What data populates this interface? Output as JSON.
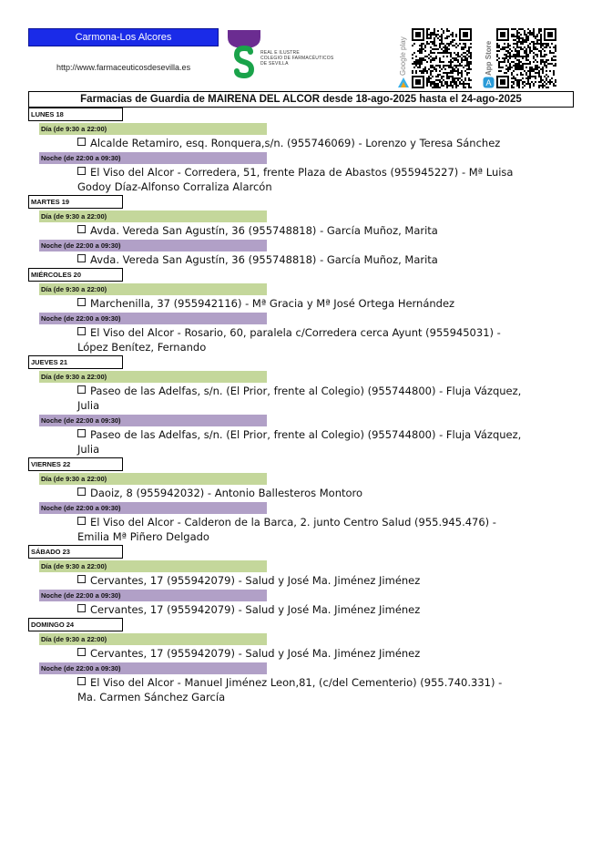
{
  "header": {
    "region": "Carmona-Los Alcores",
    "url": "http://www.farmaceuticosdesevilla.es",
    "logo_text": [
      "REAL E ILUSTRE",
      "COLEGIO DE FARMACÉUTICOS",
      "DE SEVILLA"
    ],
    "google_play": "Google play",
    "app_store": "App Store",
    "colors": {
      "region_bg": "#1a2be8",
      "logo_purple": "#6b2c91",
      "logo_green": "#1aa34a"
    }
  },
  "title": "Farmacias de Guardia de MAIRENA DEL ALCOR desde 18-ago-2025 hasta el 24-ago-2025",
  "days": [
    {
      "label": "LUNES 18",
      "shifts": [
        {
          "label": "Día (de 9:30 a 22:00)",
          "entries": [
            "Alcalde Retamiro, esq. Ronquera,s/n. (955746069) - Lorenzo y Teresa Sánchez"
          ]
        },
        {
          "label": "Noche (de 22:00 a 09:30)",
          "entries": [
            "El Viso del Alcor - Corredera, 51, frente Plaza de Abastos (955945227) - Mª Luisa Godoy Díaz-Alfonso Corraliza Alarcón"
          ]
        }
      ]
    },
    {
      "label": "MARTES 19",
      "shifts": [
        {
          "label": "Día (de 9:30 a 22:00)",
          "entries": [
            "Avda. Vereda San Agustín, 36 (955748818) - García Muñoz, Marita"
          ]
        },
        {
          "label": "Noche (de 22:00 a 09:30)",
          "entries": [
            "Avda. Vereda San Agustín, 36 (955748818) - García Muñoz, Marita"
          ]
        }
      ]
    },
    {
      "label": "MIÉRCOLES 20",
      "shifts": [
        {
          "label": "Día (de 9:30 a 22:00)",
          "entries": [
            "Marchenilla, 37 (955942116) - Mª Gracia y Mª José Ortega Hernández"
          ]
        },
        {
          "label": "Noche (de 22:00 a 09:30)",
          "entries": [
            "El Viso del Alcor - Rosario, 60, paralela c/Corredera cerca Ayunt (955945031) - López Benítez, Fernando"
          ]
        }
      ]
    },
    {
      "label": "JUEVES 21",
      "shifts": [
        {
          "label": "Día (de 9:30 a 22:00)",
          "entries": [
            "Paseo de las Adelfas, s/n. (El Prior, frente al Colegio) (955744800) - Fluja Vázquez, Julia"
          ]
        },
        {
          "label": "Noche (de 22:00 a 09:30)",
          "entries": [
            "Paseo de las Adelfas, s/n. (El Prior, frente al Colegio) (955744800) - Fluja Vázquez, Julia"
          ]
        }
      ]
    },
    {
      "label": "VIERNES 22",
      "shifts": [
        {
          "label": "Día (de 9:30 a 22:00)",
          "entries": [
            "Daoiz, 8 (955942032) - Antonio Ballesteros Montoro"
          ]
        },
        {
          "label": "Noche (de 22:00 a 09:30)",
          "entries": [
            "El Viso del Alcor - Calderon de la Barca, 2. junto Centro Salud (955.945.476) - Emilia Mª Piñero Delgado"
          ]
        }
      ]
    },
    {
      "label": "SÁBADO 23",
      "shifts": [
        {
          "label": "Día (de 9:30 a 22:00)",
          "entries": [
            "Cervantes,  17 (955942079) - Salud y José Ma. Jiménez Jiménez"
          ]
        },
        {
          "label": "Noche (de 22:00 a 09:30)",
          "entries": [
            "Cervantes,  17 (955942079) - Salud y José Ma. Jiménez Jiménez"
          ]
        }
      ]
    },
    {
      "label": "DOMINGO 24",
      "shifts": [
        {
          "label": "Día (de 9:30 a 22:00)",
          "entries": [
            "Cervantes,  17 (955942079) - Salud y José Ma. Jiménez Jiménez"
          ]
        },
        {
          "label": "Noche (de 22:00 a 09:30)",
          "entries": [
            "El Viso del Alcor - Manuel Jiménez Leon,81, (c/del Cementerio) (955.740.331) - Ma. Carmen Sánchez García"
          ]
        }
      ]
    }
  ]
}
